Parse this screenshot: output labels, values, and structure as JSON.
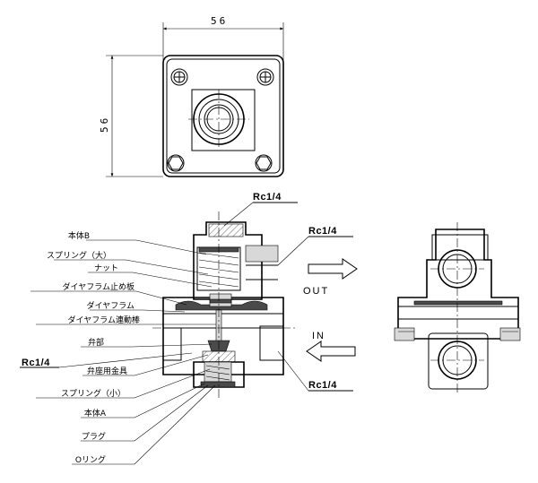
{
  "dimensions": {
    "width": "56",
    "height": "56"
  },
  "ports": {
    "top": "Rc1/4",
    "out_side": "Rc1/4",
    "in_side": "Rc1/4",
    "left_callout": "Rc1/4"
  },
  "flow": {
    "out": "OUT",
    "in": "IN"
  },
  "parts": [
    "本体B",
    "スプリング（大）",
    "ナット",
    "ダイヤフラム止め板",
    "ダイヤフラム",
    "ダイヤフラム連動棒",
    "弁部",
    "弁座用金具",
    "スプリング（小）",
    "本体A",
    "プラグ",
    "Oリング"
  ]
}
